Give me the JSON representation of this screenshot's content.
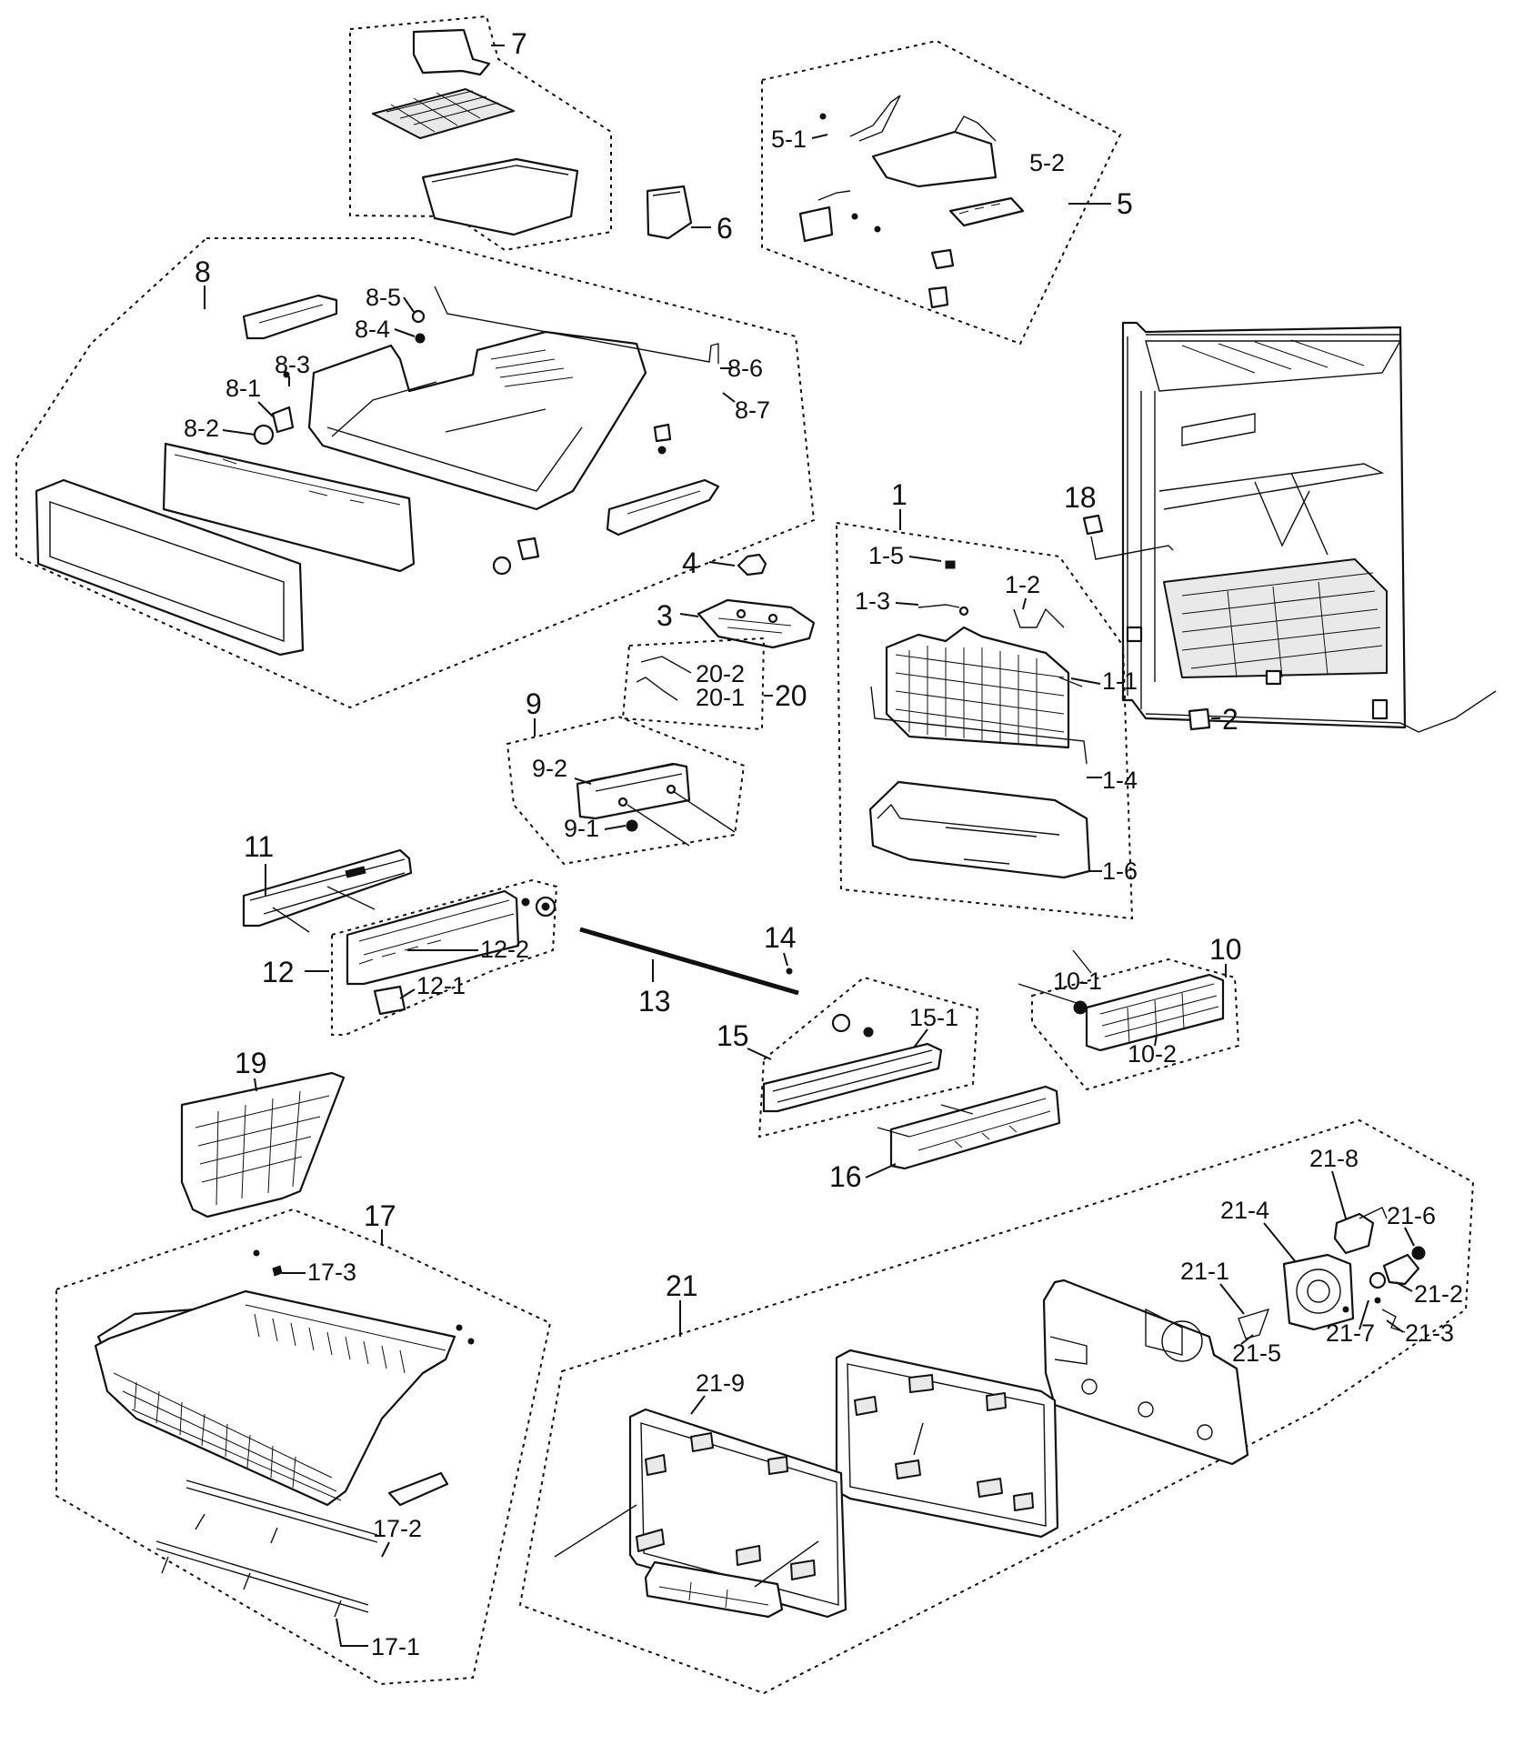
{
  "labels": {
    "l1": "1",
    "l1_1": "1-1",
    "l1_2": "1-2",
    "l1_3": "1-3",
    "l1_4": "1-4",
    "l1_5": "1-5",
    "l1_6": "1-6",
    "l2": "2",
    "l3": "3",
    "l4": "4",
    "l5": "5",
    "l5_1": "5-1",
    "l5_2": "5-2",
    "l6": "6",
    "l7": "7",
    "l8": "8",
    "l8_1": "8-1",
    "l8_2": "8-2",
    "l8_3": "8-3",
    "l8_4": "8-4",
    "l8_5": "8-5",
    "l8_6": "8-6",
    "l8_7": "8-7",
    "l9": "9",
    "l9_1": "9-1",
    "l9_2": "9-2",
    "l10": "10",
    "l10_1": "10-1",
    "l10_2": "10-2",
    "l11": "11",
    "l12": "12",
    "l12_1": "12-1",
    "l12_2": "12-2",
    "l13": "13",
    "l14": "14",
    "l15": "15",
    "l15_1": "15-1",
    "l16": "16",
    "l17": "17",
    "l17_1": "17-1",
    "l17_2": "17-2",
    "l17_3": "17-3",
    "l18": "18",
    "l19": "19",
    "l20": "20",
    "l20_1": "20-1",
    "l20_2": "20-2",
    "l21": "21",
    "l21_1": "21-1",
    "l21_2": "21-2",
    "l21_3": "21-3",
    "l21_4": "21-4",
    "l21_5": "21-5",
    "l21_6": "21-6",
    "l21_7": "21-7",
    "l21_8": "21-8",
    "l21_9": "21-9"
  }
}
